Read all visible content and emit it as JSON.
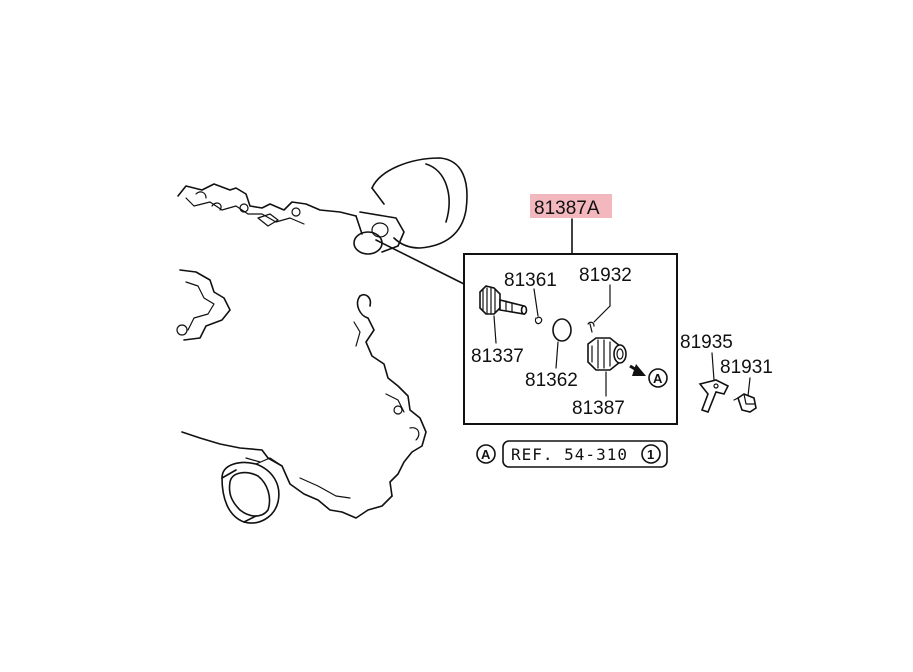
{
  "callouts": {
    "assembly": "81387A",
    "gear": "81337",
    "clip": "81361",
    "oring": "81362",
    "pin": "81932",
    "sleeve": "81387",
    "bracket": "81935",
    "bolt": "81931"
  },
  "reference": {
    "marker": "A",
    "text": "REF. 54-310",
    "sheet": "1",
    "arrow_marker": "A"
  },
  "colors": {
    "highlight": "#f2b8bd",
    "ink": "#111111"
  }
}
